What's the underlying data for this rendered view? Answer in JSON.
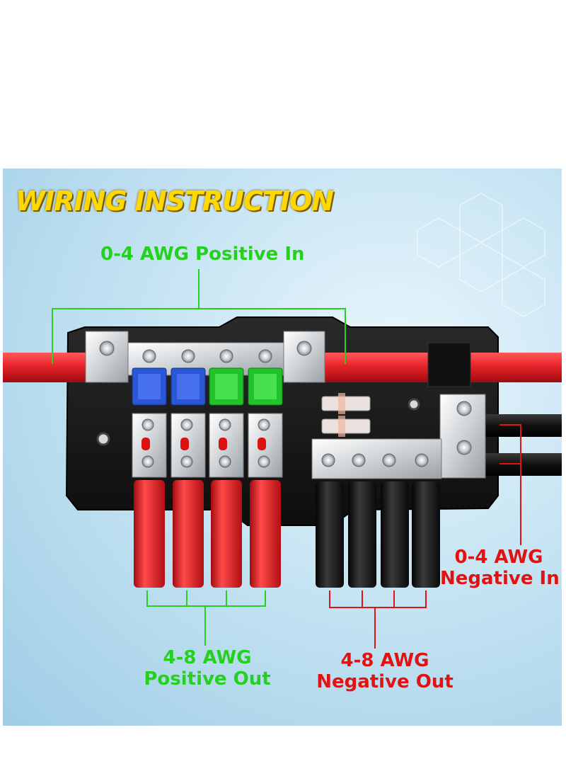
{
  "title": "WIRING INSTRUCTION",
  "labels": {
    "positive_in": "0-4 AWG Positive In",
    "positive_out_gauge": "4-8 AWG",
    "positive_out_text": "Positive Out",
    "negative_out_gauge": "4-8 AWG",
    "negative_out_text": "Negative Out",
    "negative_in_gauge": "0-4 AWG",
    "negative_in_text": "Negative In"
  },
  "colors": {
    "title": "#ffd800",
    "positive_label": "#25d01e",
    "negative_label": "#e01212",
    "positive_cable": "#e8232a",
    "negative_cable": "#1a1a1a",
    "housing": "#1c1c1c",
    "fuse_blue": "#2a56d8",
    "fuse_green": "#22c22a"
  },
  "fuses": [
    {
      "color": "blue"
    },
    {
      "color": "blue"
    },
    {
      "color": "green"
    },
    {
      "color": "green"
    }
  ]
}
